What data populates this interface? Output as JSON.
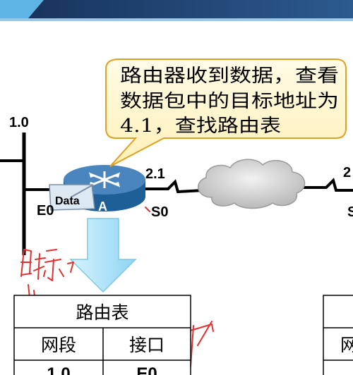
{
  "callout": {
    "lines": [
      "路由器收到数据，查看",
      "数据包中的目标地址为",
      "4.1，查找路由表"
    ]
  },
  "network": {
    "left_net_label": "1.0",
    "interface_left": "E0",
    "interface_serial": "S0",
    "serial_addr": "2.1",
    "right_partial_addr": "2",
    "right_partial_iface": "S",
    "router_name": "A",
    "packet_label": "Data"
  },
  "routing_table": {
    "title": "路由表",
    "col_headers": [
      "网段",
      "接口"
    ],
    "first_row": [
      "1.0",
      "E0"
    ]
  },
  "right_table": {
    "partial_cell": "网"
  },
  "colors": {
    "header_bar": "#1f3c66",
    "callout_fill": "#fff6cc",
    "callout_border": "#e0a020",
    "router_top": "#4a86bd",
    "router_side": "#1e5f97",
    "arrow_fill": "#b8e6fa",
    "handwriting": "#e23030"
  }
}
